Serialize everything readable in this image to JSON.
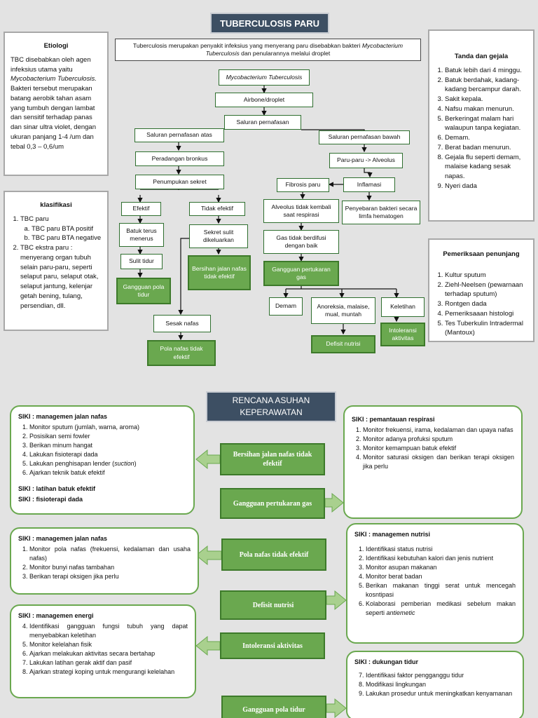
{
  "title": "TUBERCULOSIS PARU",
  "intro": {
    "text_before": "Tuberculosis merupakan penyakit infeksius yang menyerang paru disebabkan bakteri ",
    "italic": "Mycobacterium Tuberculosis",
    "text_after": " dan penularannya melalui droplet"
  },
  "etiologi": {
    "title": "Etiologi",
    "p1_before": "TBC disebabkan oleh agen infeksius utama yaitu ",
    "p1_italic": "Mycobacterium Tuberculosis.",
    "p2": "Bakteri tersebut merupakan batang aerobik tahan asam yang tumbuh dengan lambat dan sensitif terhadap panas dan sinar ultra violet, dengan ukuran panjang 1-4 /um dan tebal 0,3 – 0,6/um"
  },
  "klasifikasi": {
    "title": "klasifikasi",
    "item1": "TBC paru",
    "sub": [
      "TBC paru BTA positif",
      "TBC paru BTA negative"
    ],
    "item2": "TBC ekstra paru : menyerang organ tubuh selain paru-paru, seperti selaput paru, selaput otak, selaput jantung, kelenjar getah bening, tulang, persendian, dll."
  },
  "tanda": {
    "title": "Tanda dan gejala",
    "items": [
      "Batuk lebih dari 4 minggu.",
      "Batuk berdahak, kadang-kadang bercampur darah.",
      "Sakit kepala.",
      "Nafsu makan menurun.",
      "Berkeringat malam hari walaupun tanpa kegiatan.",
      "Demam.",
      "Berat badan menurun.",
      "Gejala flu seperti demam, malaise kadang sesak napas.",
      "Nyeri dada"
    ]
  },
  "pemeriksaan": {
    "title": "Pemeriksaan penunjang",
    "items": [
      "Kultur sputum",
      "Ziehl-Neelsen (pewarnaan terhadap sputum)",
      "Rontgen dada",
      "Pemeriksaaan histologi",
      "Tes Tuberkulin Intradermal (Mantoux)"
    ]
  },
  "flow": {
    "myco": "Mycobacterium Tuberculosis",
    "airbone": "Airbone/droplet",
    "saluran": "Saluran pernafasan",
    "atas": "Saluran pernafasan atas",
    "bawah": "Saluran pernafasan bawah",
    "peradangan": "Peradangan bronkus",
    "paru": "Paru-paru -> Alveolus",
    "penumpukan": "Penumpukan sekret",
    "fibrosis": "Fibrosis paru",
    "inflamasi": "Inflamasi",
    "efektif": "Efektif",
    "tidak_efektif": "Tidak efektif",
    "alveolus": "Alveolus tidak kembali saat respirasi",
    "penyebaran": "Penyebaran bakteri secara limfa hematogen",
    "batuk": "Batuk terus menerus",
    "sekret_sulit": "Sekret sulit dikeluarkan",
    "gas_tidak": "Gas tidak berdifusi dengan baik",
    "sulit_tidur": "Sulit tidur",
    "bersihan": "Bersihan jalan nafas tidak efektif",
    "gangguan_gas": "Gangguan pertukaran gas",
    "gangguan_tidur": "Gangguan pola tidur",
    "demam": "Demam",
    "anoreksia": "Anoreksia, malaise, mual, muntah",
    "keletihan": "Keletihan",
    "sesak": "Sesak nafas",
    "defisit": "Defisit nutrisi",
    "intoleransi": "Intoleransi aktivitas",
    "pola_nafas": "Pola nafas tidak efektif"
  },
  "rencana_title": "RENCANA ASUHAN KEPERAWATAN",
  "dx": {
    "bersihan": "Bersihan jalan nafas tidak efektif",
    "gas": "Gangguan pertukaran gas",
    "pola_nafas": "Pola nafas tidak efektif",
    "defisit": "Defisit nutrisi",
    "intoleransi": "Intoleransi aktivitas",
    "tidur": "Gangguan pola tidur"
  },
  "care1": {
    "head": "SIKI : managemen jalan nafas",
    "items": [
      "Monitor sputum (jumlah, warna, aroma)",
      "Posisikan semi fowler",
      "Berikan minum hangat",
      "Lakukan fisioterapi dada",
      "Lakukan penghisapan lender (",
      "Ajarkan teknik batuk efektif"
    ],
    "suction": "suction",
    "suction_close": ")",
    "foot1": "SIKI : latihan batuk efektif",
    "foot2": "SIKI : fisioterapi dada"
  },
  "care2": {
    "head": "SIKI : pemantauan respirasi",
    "items": [
      "Monitor frekuensi, irama, kedalaman dan upaya nafas",
      "Monitor adanya profuksi sputum",
      "Monitor kemampuan batuk efektif",
      "Monitor saturasi oksigen dan berikan terapi oksigen jika perlu"
    ]
  },
  "care3": {
    "head": "SIKI : managemen jalan nafas",
    "items": [
      "Monitor pola nafas (frekuensi, kedalaman dan usaha nafas)",
      "Monitor bunyi nafas tambahan",
      "Berikan terapi oksigen jika perlu"
    ]
  },
  "care4": {
    "head": "SIKI : managemen nutrisi",
    "items": [
      "Identifikasi status nutrisi",
      "Identifikasi kebutuhan kalori dan jenis nutrient",
      "Monitor asupan makanan",
      "Monitor berat badan",
      "Berikan makanan tinggi serat untuk mencegah kosntipasi",
      "Kolaborasi pemberian medikasi sebelum makan seperti "
    ],
    "antiemetic": "antiemetic"
  },
  "care5": {
    "head": "SIKI : managemen energi",
    "items": [
      "Identifikasi gangguan fungsi tubuh yang dapat menyebabkan keletihan",
      "Monitor kelelahan fisik",
      "Ajarkan melakukan aktivitas secara bertahap",
      "Lakukan latihan gerak aktif dan pasif",
      "Ajarkan strategi koping untuk mengurangi kelelahan"
    ]
  },
  "care6": {
    "head": "SIKI : dukungan tidur",
    "items": [
      "Identifikasi faktor pengganggu tidur",
      "Modifikasi lingkungan",
      "Lakukan prosedur untuk meningkatkan kenyamanan"
    ]
  },
  "colors": {
    "green": "#6aa84f",
    "navy": "#3d4f63"
  }
}
